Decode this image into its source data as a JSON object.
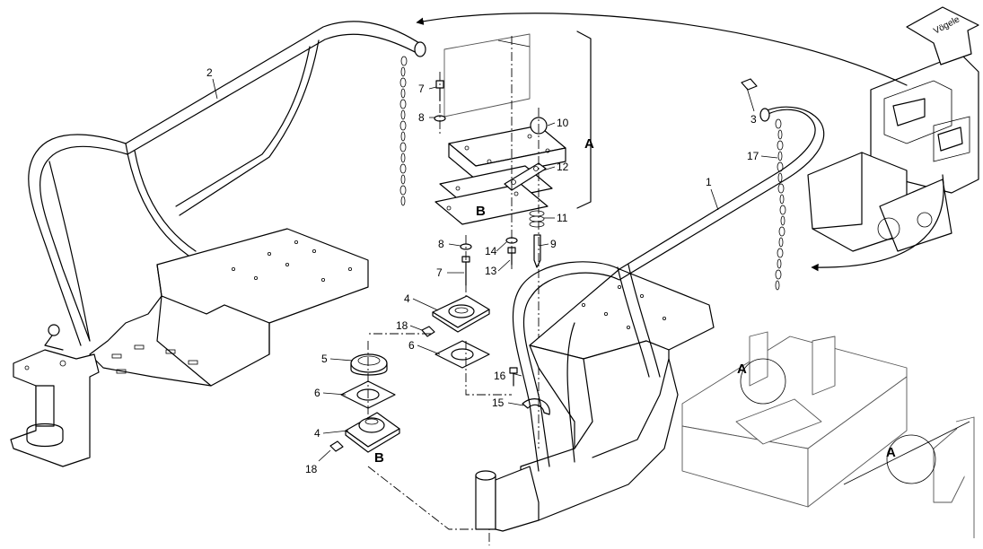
{
  "brand": "Vögele",
  "callouts": {
    "c1": "1",
    "c2": "2",
    "c3": "3",
    "c4a": "4",
    "c4b": "4",
    "c5": "5",
    "c6a": "6",
    "c6b": "6",
    "c7a": "7",
    "c7b": "7",
    "c8a": "8",
    "c8b": "8",
    "c9": "9",
    "c10": "10",
    "c11": "11",
    "c12": "12",
    "c13": "13",
    "c14": "14",
    "c15": "15",
    "c16": "16",
    "c17": "17",
    "c18a": "18",
    "c18b": "18"
  },
  "detail_labels": {
    "a_bracket": "A",
    "a_view1": "A",
    "a_view2": "A",
    "b_upper": "B",
    "b_lower": "B"
  }
}
